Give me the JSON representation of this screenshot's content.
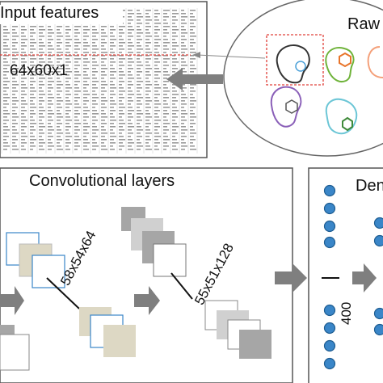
{
  "input_panel": {
    "title": "Input features",
    "shape_label": "64x60x1"
  },
  "raw_panel": {
    "title": "Raw"
  },
  "conv_panel": {
    "title": "Convolutional layers",
    "layer1_shape": "58x54x64",
    "layer2_shape": "55x51x128"
  },
  "dense_panel": {
    "title": "Den",
    "units": "400"
  },
  "colors": {
    "panel_border": "#555555",
    "arrow_gray": "#7f7f7f",
    "highlight_red": "#e0403a",
    "node_blue": "#3a86c8",
    "node_stroke": "#1f5d91",
    "feature_tan": "#ddd8c4",
    "feature_gray": "#a6a6a6",
    "blob_green": "#6fb33a",
    "blob_orange": "#f08a3c",
    "blob_peach": "#f4a07a",
    "blob_purple": "#8a5fb8",
    "blob_cyan": "#6cc6d6",
    "blob_black": "#333333",
    "hexagon_orange": "#e8742a",
    "hexagon_blue": "#4aa0d8",
    "hexagon_green": "#3f8a3a"
  },
  "icons": [
    "right-arrow-icon",
    "left-arrow-icon",
    "dense-node-icon",
    "hexagon-icon",
    "blob-outline-icon"
  ]
}
